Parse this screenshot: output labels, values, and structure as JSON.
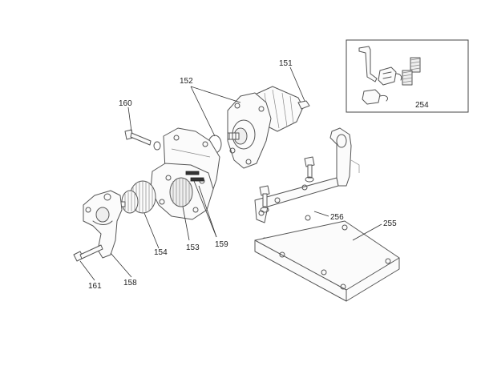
{
  "labels": {
    "p151": "151",
    "p152": "152",
    "p153": "153",
    "p154": "154",
    "p158": "158",
    "p159": "159",
    "p160": "160",
    "p161": "161",
    "p254": "254",
    "p255": "255",
    "p256": "256"
  },
  "colors": {
    "line": "#555555",
    "text": "#222222",
    "background": "#ffffff"
  }
}
